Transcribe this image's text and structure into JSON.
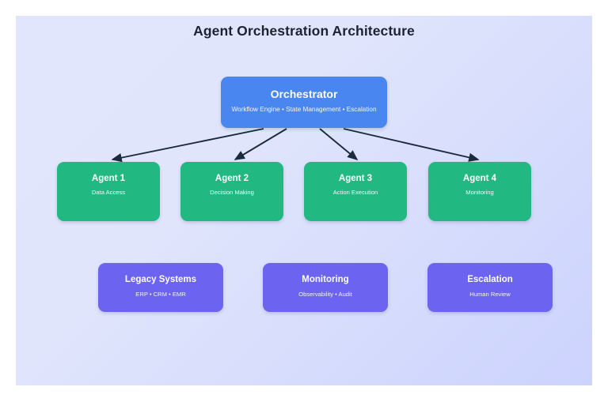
{
  "title": "Agent Orchestration Architecture",
  "colors": {
    "background_start": "#e2e6fd",
    "background_end": "#ccd3fd",
    "orchestrator": "#4a86f0",
    "agent": "#22b882",
    "support": "#6c63f0",
    "arrow": "#1b2a3d",
    "title_text": "#1c2333",
    "node_text": "#ffffff"
  },
  "orchestrator": {
    "title": "Orchestrator",
    "subtitle": "Workflow Engine • State Management • Escalation"
  },
  "agents": [
    {
      "title": "Agent 1",
      "subtitle": "Data Access"
    },
    {
      "title": "Agent 2",
      "subtitle": "Decision Making"
    },
    {
      "title": "Agent 3",
      "subtitle": "Action Execution"
    },
    {
      "title": "Agent 4",
      "subtitle": "Monitoring"
    }
  ],
  "support": [
    {
      "title": "Legacy Systems",
      "subtitle": "ERP • CRM • EMR"
    },
    {
      "title": "Monitoring",
      "subtitle": "Observability • Audit"
    },
    {
      "title": "Escalation",
      "subtitle": "Human Review"
    }
  ],
  "connections": [
    {
      "from": "Orchestrator",
      "to": "Agent 1"
    },
    {
      "from": "Orchestrator",
      "to": "Agent 2"
    },
    {
      "from": "Orchestrator",
      "to": "Agent 3"
    },
    {
      "from": "Orchestrator",
      "to": "Agent 4"
    }
  ]
}
